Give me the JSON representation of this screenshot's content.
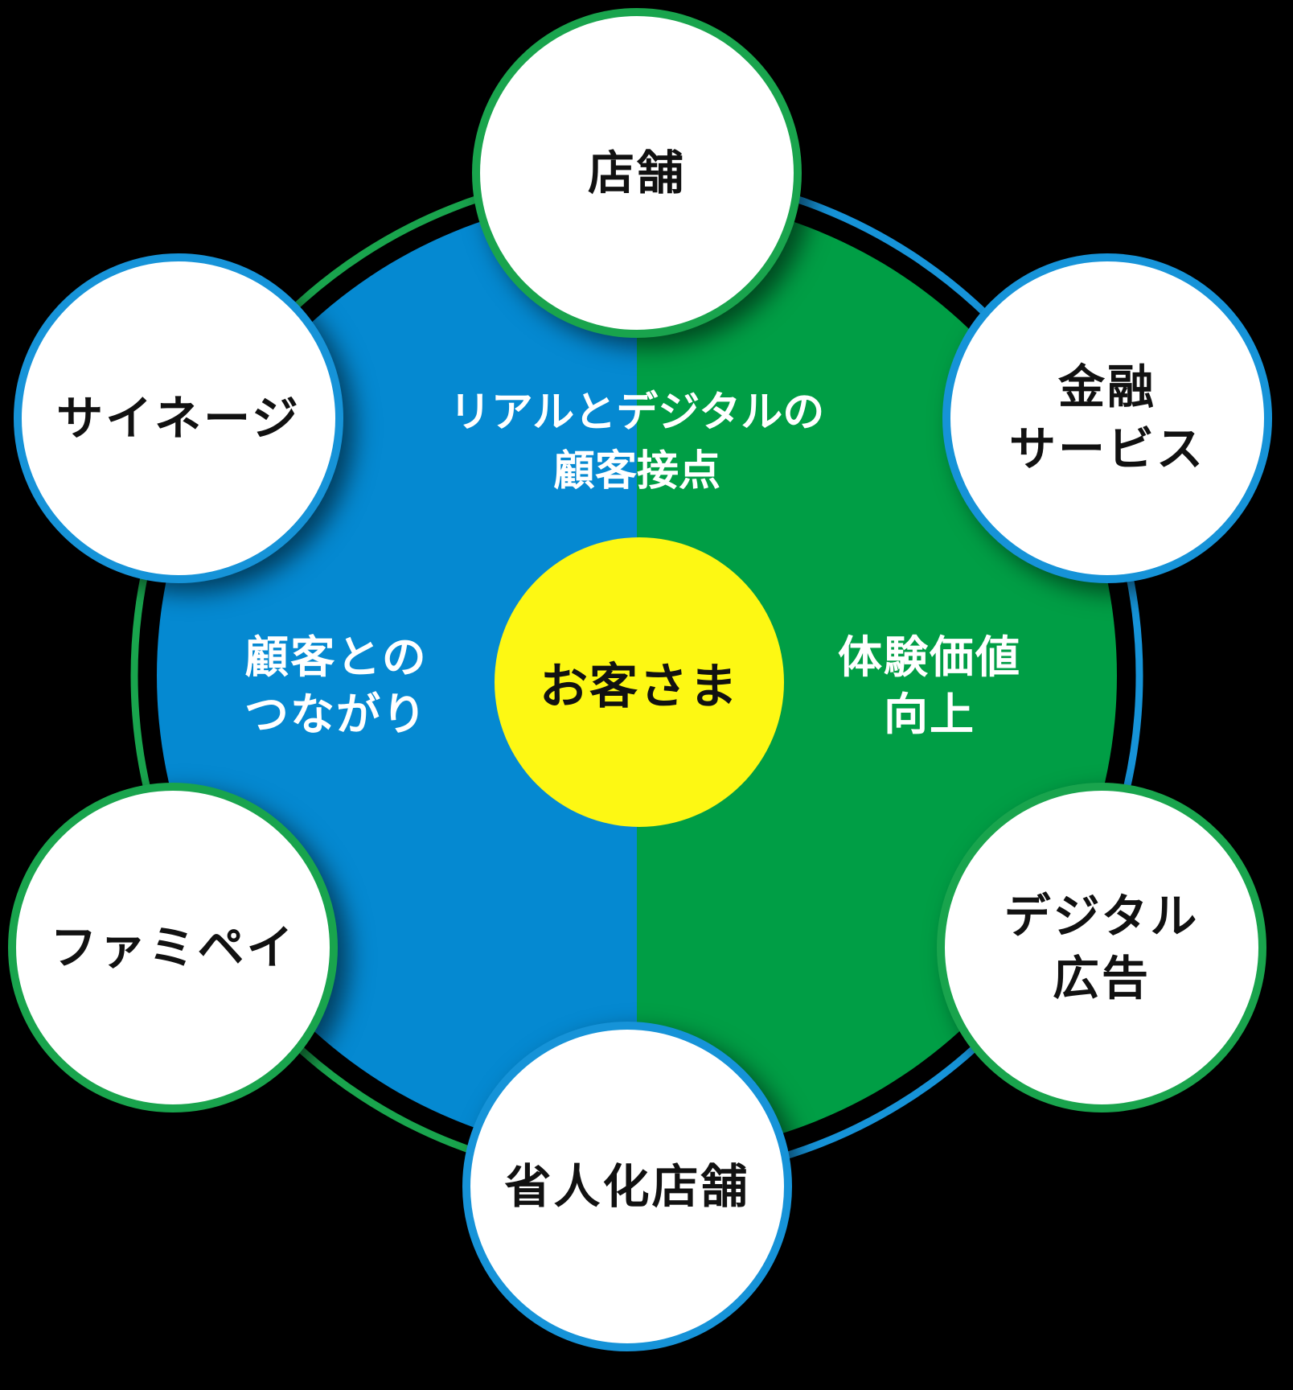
{
  "colors": {
    "background": "#000000",
    "blue_half": "#0589d1",
    "green_half": "#009e45",
    "yellow_center": "#fdf813",
    "white_text": "#ffffff",
    "dark_text": "#111111",
    "border_blue": "#1693d8",
    "border_green": "#19a44d"
  },
  "ring": {
    "left_color": "#19a44d",
    "right_color": "#1693d8"
  },
  "center": {
    "label": "お客さま"
  },
  "main_circle": {
    "top_label": "リアルとデジタルの\n顧客接点",
    "left_label": "顧客との\nつながり",
    "right_label": "体験価値\n向上"
  },
  "satellites": [
    {
      "name": "store",
      "label": "店舗",
      "border_color": "#19a44d"
    },
    {
      "name": "financial-services",
      "label": "金融\nサービス",
      "border_color": "#1693d8"
    },
    {
      "name": "signage",
      "label": "サイネージ",
      "border_color": "#1693d8"
    },
    {
      "name": "famipay",
      "label": "ファミペイ",
      "border_color": "#19a44d"
    },
    {
      "name": "digital-advertising",
      "label": "デジタル\n広告",
      "border_color": "#19a44d"
    },
    {
      "name": "labor-saving-store",
      "label": "省人化店舗",
      "border_color": "#1693d8"
    }
  ]
}
